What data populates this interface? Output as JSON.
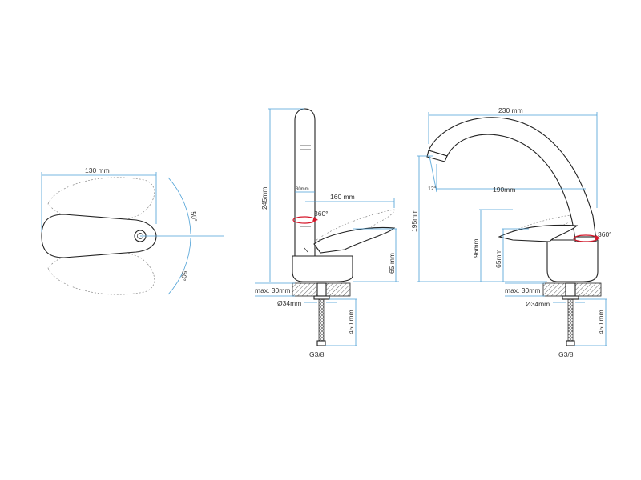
{
  "colors": {
    "dimension": "#4a9fd6",
    "outline": "#222222",
    "rotation": "#d6182b"
  },
  "top_view": {
    "width": "130 mm",
    "angle_top": "50°",
    "angle_bottom": "50°"
  },
  "side_view": {
    "height": "245mm",
    "spout_diameter": "30mm",
    "reach": "160 mm",
    "rotation": "360°",
    "base_height": "65 mm",
    "mount_thickness": "max. 30mm",
    "hole_diameter": "Ø34mm",
    "hose_length": "450 mm",
    "thread": "G3/8"
  },
  "front_view": {
    "width": "230 mm",
    "spout_angle": "12°",
    "spout_reach": "190mm",
    "height": "195mm",
    "lever_height": "96mm",
    "base_height": "65mm",
    "rotation": "360°",
    "mount_thickness": "max. 30mm",
    "hole_diameter": "Ø34mm",
    "hose_length": "450 mm",
    "thread": "G3/8"
  }
}
